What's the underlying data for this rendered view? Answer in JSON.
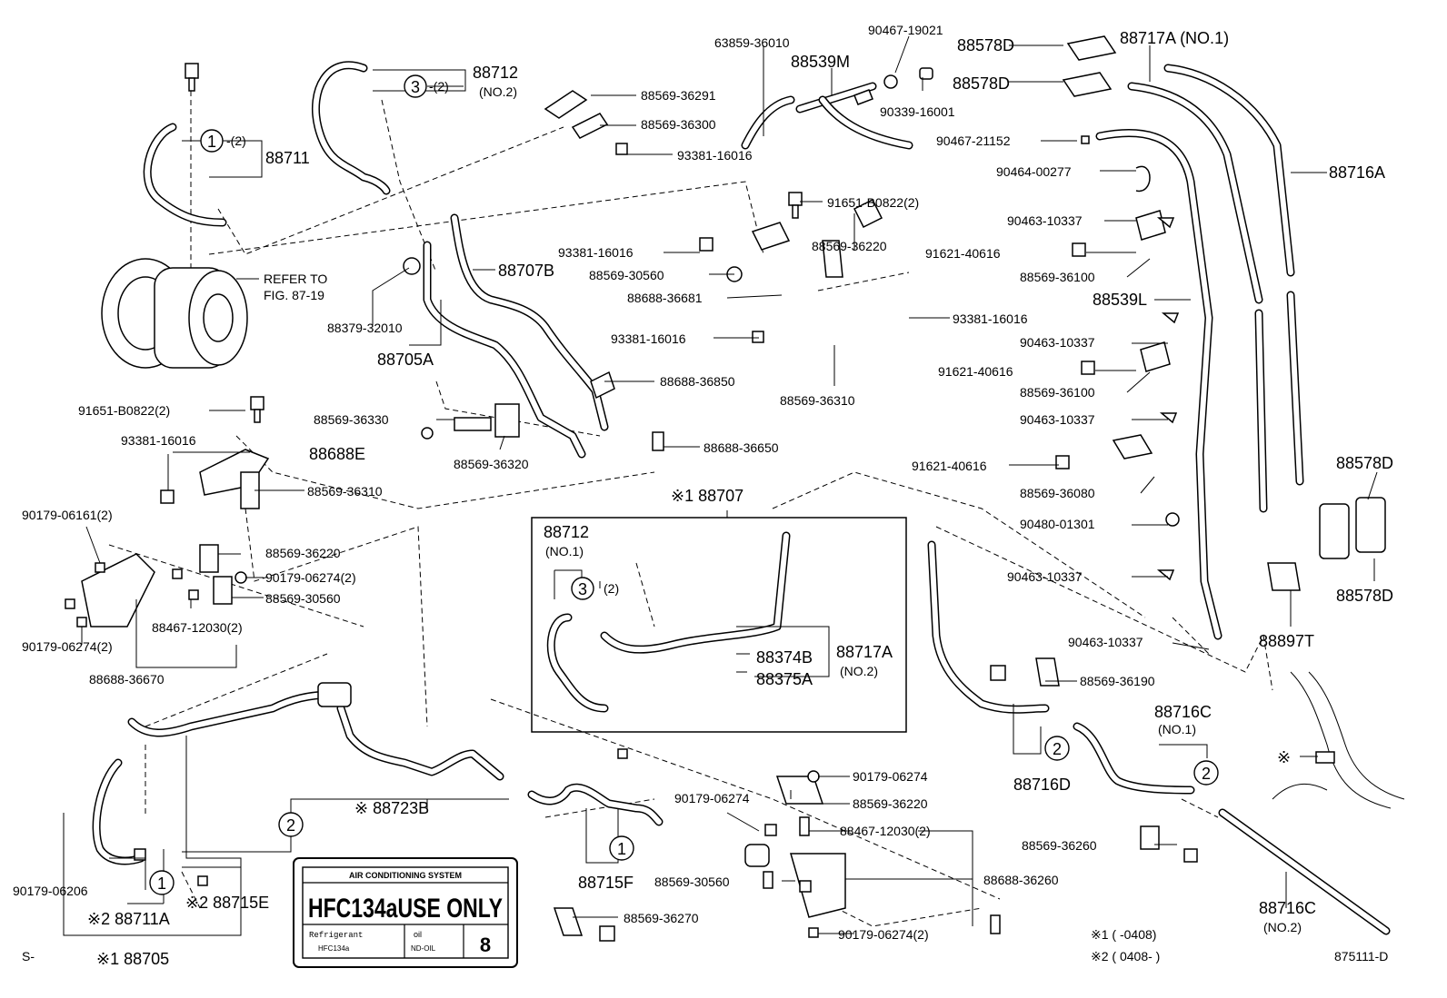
{
  "labels": {
    "p63859_36010": "63859-36010",
    "p90467_19021": "90467-19021",
    "p88578D_a": "88578D",
    "p88717A_no1": "88717A (NO.1)",
    "p88539M": "88539M",
    "p88578D_b": "88578D",
    "p90339_16001": "90339-16001",
    "p88712_top": "88712",
    "p88712_no2": "(NO.2)",
    "c3_qty_top": "-(2)",
    "p88569_36291": "88569-36291",
    "p88569_36300": "88569-36300",
    "p93381_16016_a": "93381-16016",
    "p90467_21152": "90467-21152",
    "p90464_00277": "90464-00277",
    "p88716A": "88716A",
    "c1_qty_top": "-(2)",
    "p88711": "88711",
    "p91651_B0822_a": "91651-B0822(2)",
    "p90463_10337_a": "90463-10337",
    "p91621_40616_a": "91621-40616",
    "p88569_36100_a": "88569-36100",
    "p88539L": "88539L",
    "refer_to": "REFER TO",
    "fig_ref": "FIG. 87-19",
    "p93381_16016_b": "93381-16016",
    "p88569_30560_a": "88569-30560",
    "p88707B": "88707B",
    "p88569_36220_a": "88569-36220",
    "p88688_36681": "88688-36681",
    "p93381_16016_c": "93381-16016",
    "p88379_32010": "88379-32010",
    "p88705A": "88705A",
    "p93381_16016_d": "93381-16016",
    "p90463_10337_b": "90463-10337",
    "p91621_40616_b": "91621-40616",
    "p88569_36100_b": "88569-36100",
    "p88688_36850": "88688-36850",
    "p88569_36310_a": "88569-36310",
    "p90463_10337_c": "90463-10337",
    "p91651_B0822_b": "91651-B0822(2)",
    "p88569_36330": "88569-36330",
    "p88688_36650": "88688-36650",
    "p93381_16016_e": "93381-16016",
    "p88688E": "88688E",
    "p88569_36320": "88569-36320",
    "p91621_40616_c": "91621-40616",
    "p88578D_c": "88578D",
    "p88569_36310_b": "88569-36310",
    "p88569_36080": "88569-36080",
    "note1_88707": "※1 88707",
    "p90179_06161": "90179-06161(2)",
    "p90480_01301": "90480-01301",
    "p88712_inner": "88712",
    "p88712_no1": "(NO.1)",
    "c3_qty_inner": "(2)",
    "p88569_36220_b": "88569-36220",
    "p90179_06274_a": "90179-06274(2)",
    "p90463_10337_d": "90463-10337",
    "p88578D_d": "88578D",
    "p88569_30560_b": "88569-30560",
    "p88467_12030_a": "88467-12030(2)",
    "p88897T": "88897T",
    "p90463_10337_e": "90463-10337",
    "p90179_06274_b": "90179-06274(2)",
    "p88374B": "88374B",
    "p88717A_no2a": "88717A",
    "p88717A_no2b": "(NO.2)",
    "p88375A": "88375A",
    "p88569_36190": "88569-36190",
    "p88688_36670": "88688-36670",
    "p88716C_no1a": "88716C",
    "p88716C_no1b": "(NO.1)",
    "p90179_06274_c": "90179-06274",
    "p88716D": "88716D",
    "p88723B": "※ 88723B",
    "p90179_06274_d": "90179-06274",
    "p88569_36220_c": "88569-36220",
    "p88467_12030_b": "88467-12030(2)",
    "p88569_36260": "88569-36260",
    "p90179_06206": "90179-06206",
    "p88715F": "88715F",
    "p88569_30560_c": "88569-30560",
    "p88688_36260": "88688-36260",
    "p88715E": "※2 88715E",
    "p88711A": "※2 88711A",
    "p88569_36270": "88569-36270",
    "p88716C_no2a": "88716C",
    "p88716C_no2b": "(NO.2)",
    "p90179_06274_e": "90179-06274(2)",
    "note1_range": "※1 (        -0408)",
    "note2_range": "※2 ( 0408-        )",
    "p88705": "※1 88705",
    "corner_s": "S-",
    "fig_number": "875111-D",
    "asterisk_mark": "※"
  },
  "callouts": {
    "c1_top": "1",
    "c3_top": "3",
    "c3_inner": "3",
    "c2_left": "2",
    "c1_left": "1",
    "c1_mid": "1",
    "c2_mid": "2",
    "c2_right": "2"
  },
  "label_plate": {
    "header": "AIR CONDITIONING SYSTEM",
    "main": "HFC134aUSE ONLY",
    "refrigerant": "Refrigerant",
    "refrigerant_type": "HFC134a",
    "oil": "oil",
    "oil_type": "ND-OIL",
    "number": "8"
  }
}
